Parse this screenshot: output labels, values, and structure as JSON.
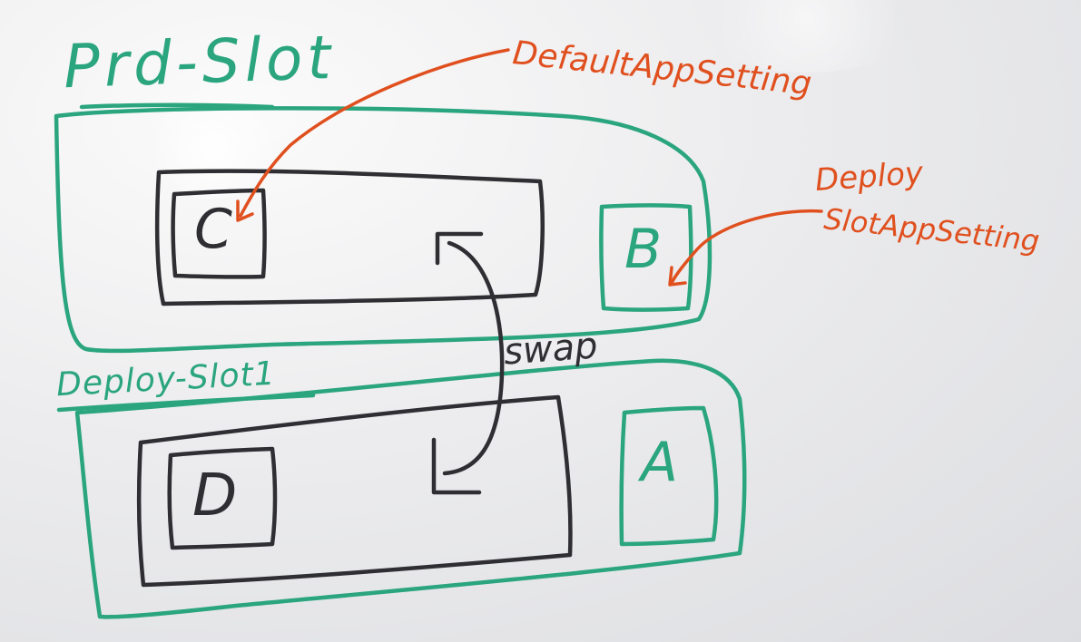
{
  "titles": {
    "prod_slot": "Prd-Slot",
    "deploy_slot": "Deploy-Slot1"
  },
  "boxes": {
    "c": "C",
    "b": "B",
    "d": "D",
    "a": "A"
  },
  "annotations": {
    "default_setting": "DefaultAppSetting",
    "deploy_line1": "Deploy",
    "deploy_line2": "SlotAppSetting",
    "swap": "swap"
  },
  "colors": {
    "green_ink": "#2aa57e",
    "black_ink": "#2f2f33",
    "orange_ink": "#e0501f",
    "board": "#ececee"
  }
}
